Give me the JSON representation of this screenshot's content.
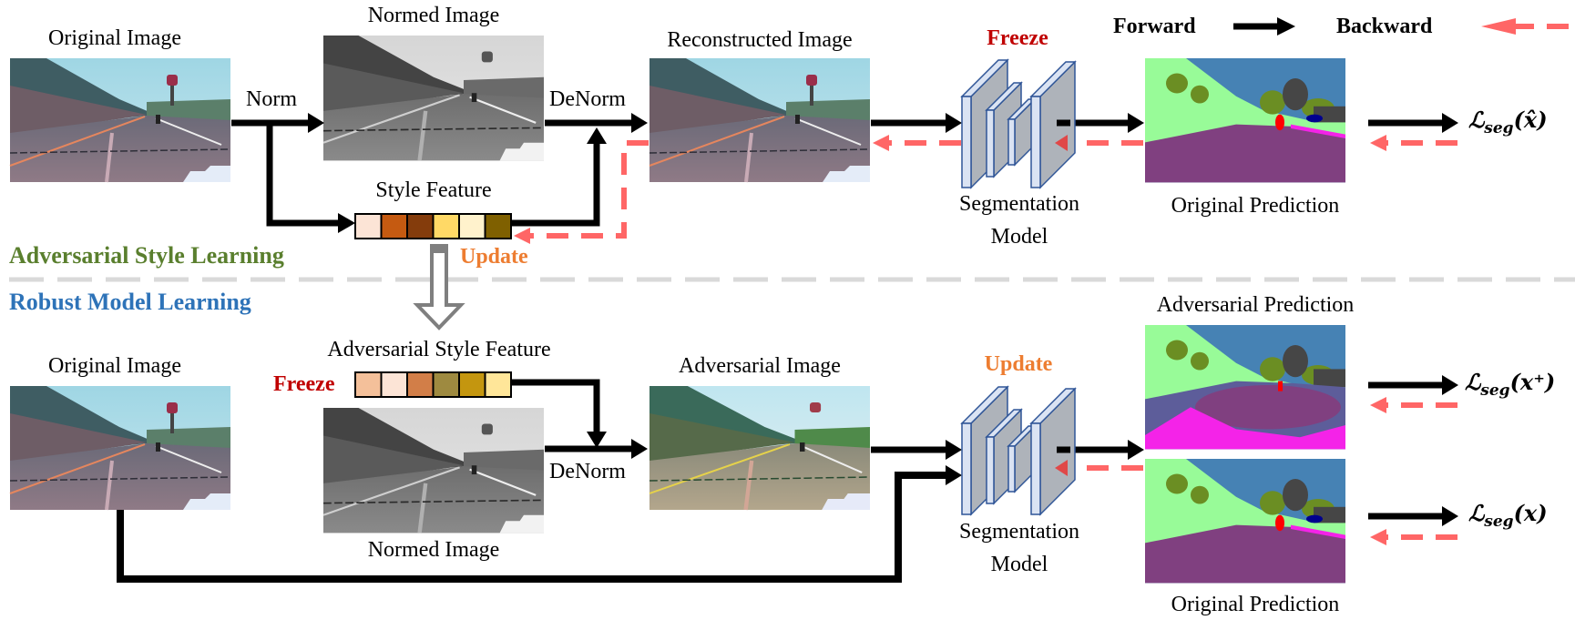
{
  "legend": {
    "forward_label": "Forward",
    "backward_label": "Backward"
  },
  "sections": {
    "top_title": "Adversarial Style Learning",
    "bottom_title": "Robust Model Learning"
  },
  "colors": {
    "top_title": "#5a7f2e",
    "bottom_title": "#2e73b8",
    "freeze": "#c00000",
    "update": "#ed7d31",
    "backward_arrow": "#ff6666",
    "divider": "#d9d9d9",
    "model_face": "#dae3f3",
    "model_side": "#aeb3ba",
    "model_stroke": "#2f5597"
  },
  "top_row": {
    "original_image_label": "Original Image",
    "norm_label": "Norm",
    "normed_image_label": "Normed Image",
    "style_feature_label": "Style Feature",
    "style_feature_colors": [
      "#fce4d6",
      "#c55a11",
      "#843c0c",
      "#ffd966",
      "#fff2cc",
      "#7f6000"
    ],
    "update_label": "Update",
    "denorm_label": "DeNorm",
    "reconstructed_image_label": "Reconstructed Image",
    "model_state_label": "Freeze",
    "model_label_line1": "Segmentation",
    "model_label_line2": "Model",
    "prediction_label": "Original Prediction",
    "loss_label": "ℒseg(x̂)",
    "loss_base": "ℒ",
    "loss_sub": "seg",
    "loss_arg": "(x̂)"
  },
  "bottom_row": {
    "original_image_label": "Original Image",
    "adv_style_feature_label": "Adversarial Style Feature",
    "feature_state_label": "Freeze",
    "adv_style_feature_colors": [
      "#f4c09a",
      "#fce4d6",
      "#d27e48",
      "#9e8a40",
      "#c4960f",
      "#ffe699"
    ],
    "normed_image_label": "Normed Image",
    "denorm_label": "DeNorm",
    "adversarial_image_label": "Adversarial Image",
    "model_state_label": "Update",
    "model_label_line1": "Segmentation",
    "model_label_line2": "Model",
    "adv_prediction_label": "Adversarial Prediction",
    "orig_prediction_label": "Original Prediction",
    "adv_loss_base": "ℒ",
    "adv_loss_sub": "seg",
    "adv_loss_arg": "(x⁺)",
    "orig_loss_base": "ℒ",
    "orig_loss_sub": "seg",
    "orig_loss_arg": "(x)"
  }
}
